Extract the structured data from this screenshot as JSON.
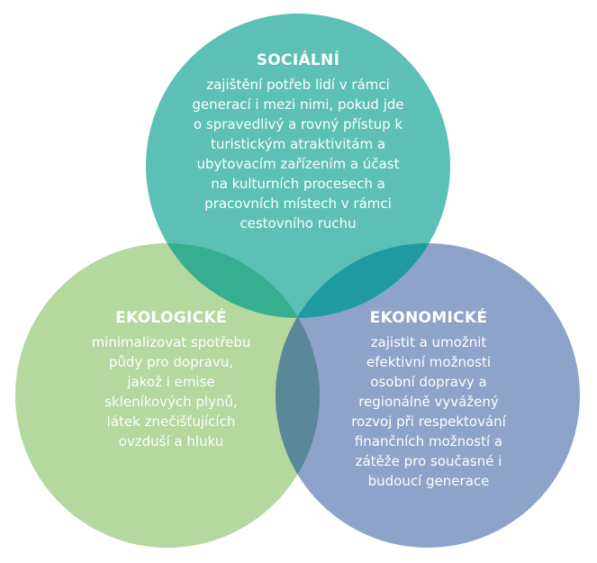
{
  "colors": {
    "social": "#5cc0b6",
    "ecological": "#b4d89e",
    "economic": "#8ea3c9",
    "overlap_social_ecological": "#36ae8f",
    "overlap_social_economic": "#1f9aa0",
    "overlap_ecological_economic": "#5a8898",
    "center": "#4c9f98"
  },
  "circles": {
    "social": {
      "title": "SOCIÁLNÍ",
      "lines": [
        "zajištění potřeb lidí v rámci",
        "generací i mezi nimi, pokud jde",
        "o spravedlivý a rovný přístup k",
        "turistickým atraktivitám a",
        "ubytovacím zařízením a účast",
        "na kulturních procesech a",
        "pracovních místech v rámci",
        "cestovního ruchu"
      ]
    },
    "ecological": {
      "title": "EKOLOGICKÉ",
      "lines": [
        "minimalizovat spotřebu",
        "půdy pro dopravu,",
        "jakož i emise",
        "skleníkových plynů,",
        "látek znečišťujících",
        "ovzduší a hluku"
      ]
    },
    "economic": {
      "title": "EKONOMICKÉ",
      "lines": [
        "zajistit a umožnit",
        "efektivní možnosti",
        "osobní dopravy a",
        "regionálně vyvážený",
        "rozvoj při respektování",
        "finančních možností a",
        "zátěže pro současné i",
        "budoucí generace"
      ]
    }
  }
}
